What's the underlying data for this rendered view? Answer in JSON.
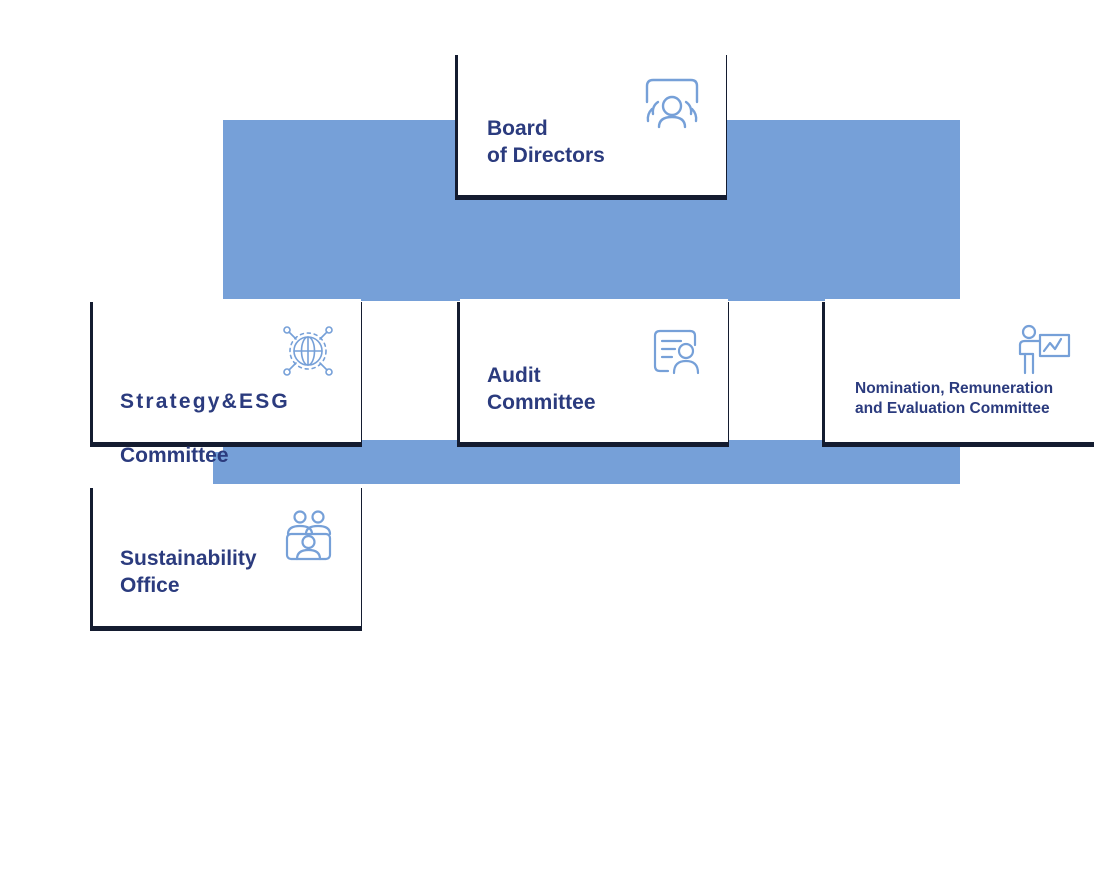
{
  "diagram": {
    "type": "organizational-chart",
    "colors": {
      "connector_blue": "#76a0d8",
      "card_border_dark": "#141c30",
      "text_navy": "#2b3b7e",
      "icon_blue": "#76a0d8",
      "card_background": "#ffffff",
      "page_background": "#ffffff"
    },
    "nodes": [
      {
        "id": "board-of-directors",
        "label": "Board\nof Directors",
        "icon": "group-of-people-icon",
        "level": 1
      },
      {
        "id": "strategy-esg-committee",
        "label_line1": "Strategy&ESG",
        "label_line2": "Committee",
        "icon": "globe-network-icon",
        "level": 2
      },
      {
        "id": "audit-committee",
        "label": "Audit\nCommittee",
        "icon": "document-person-icon",
        "level": 2
      },
      {
        "id": "nomination-remuneration-evaluation-committee",
        "label": "Nomination, Remuneration\nand Evaluation Committee",
        "icon": "presenter-chart-icon",
        "level": 2
      },
      {
        "id": "sustainability-office",
        "label": "Sustainability\nOffice",
        "icon": "team-people-icon",
        "level": 3
      }
    ],
    "edges": [
      {
        "from": "board-of-directors",
        "to": "strategy-esg-committee"
      },
      {
        "from": "board-of-directors",
        "to": "audit-committee"
      },
      {
        "from": "board-of-directors",
        "to": "nomination-remuneration-evaluation-committee"
      },
      {
        "from": "strategy-esg-committee",
        "to": "sustainability-office"
      }
    ]
  }
}
